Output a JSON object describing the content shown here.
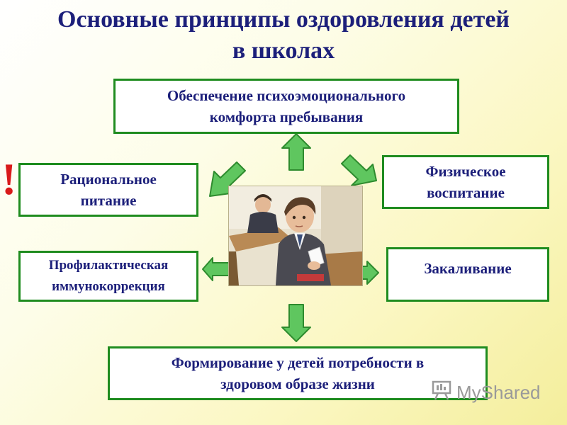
{
  "title": "Основные принципы оздоровления детей\nв школах",
  "boxes": {
    "top": "Обеспечение психоэмоционального\nкомфорта пребывания",
    "left1": "Рациональное\nпитание",
    "right1": "Физическое\nвоспитание",
    "left2": "Профилактическая\nиммунокоррекция",
    "right2": "Закаливание",
    "bottom": "Формирование у детей потребности в\nздоровом образе жизни"
  },
  "exclamation": "!",
  "watermark": {
    "text": "MyShared",
    "icon": "presentation-board-icon"
  },
  "colors": {
    "title_text": "#1c1f7a",
    "box_border": "#1f8c1f",
    "arrow_fill": "#5fc65f",
    "arrow_stroke": "#2e8b2e",
    "exclamation": "#d91a1a"
  }
}
